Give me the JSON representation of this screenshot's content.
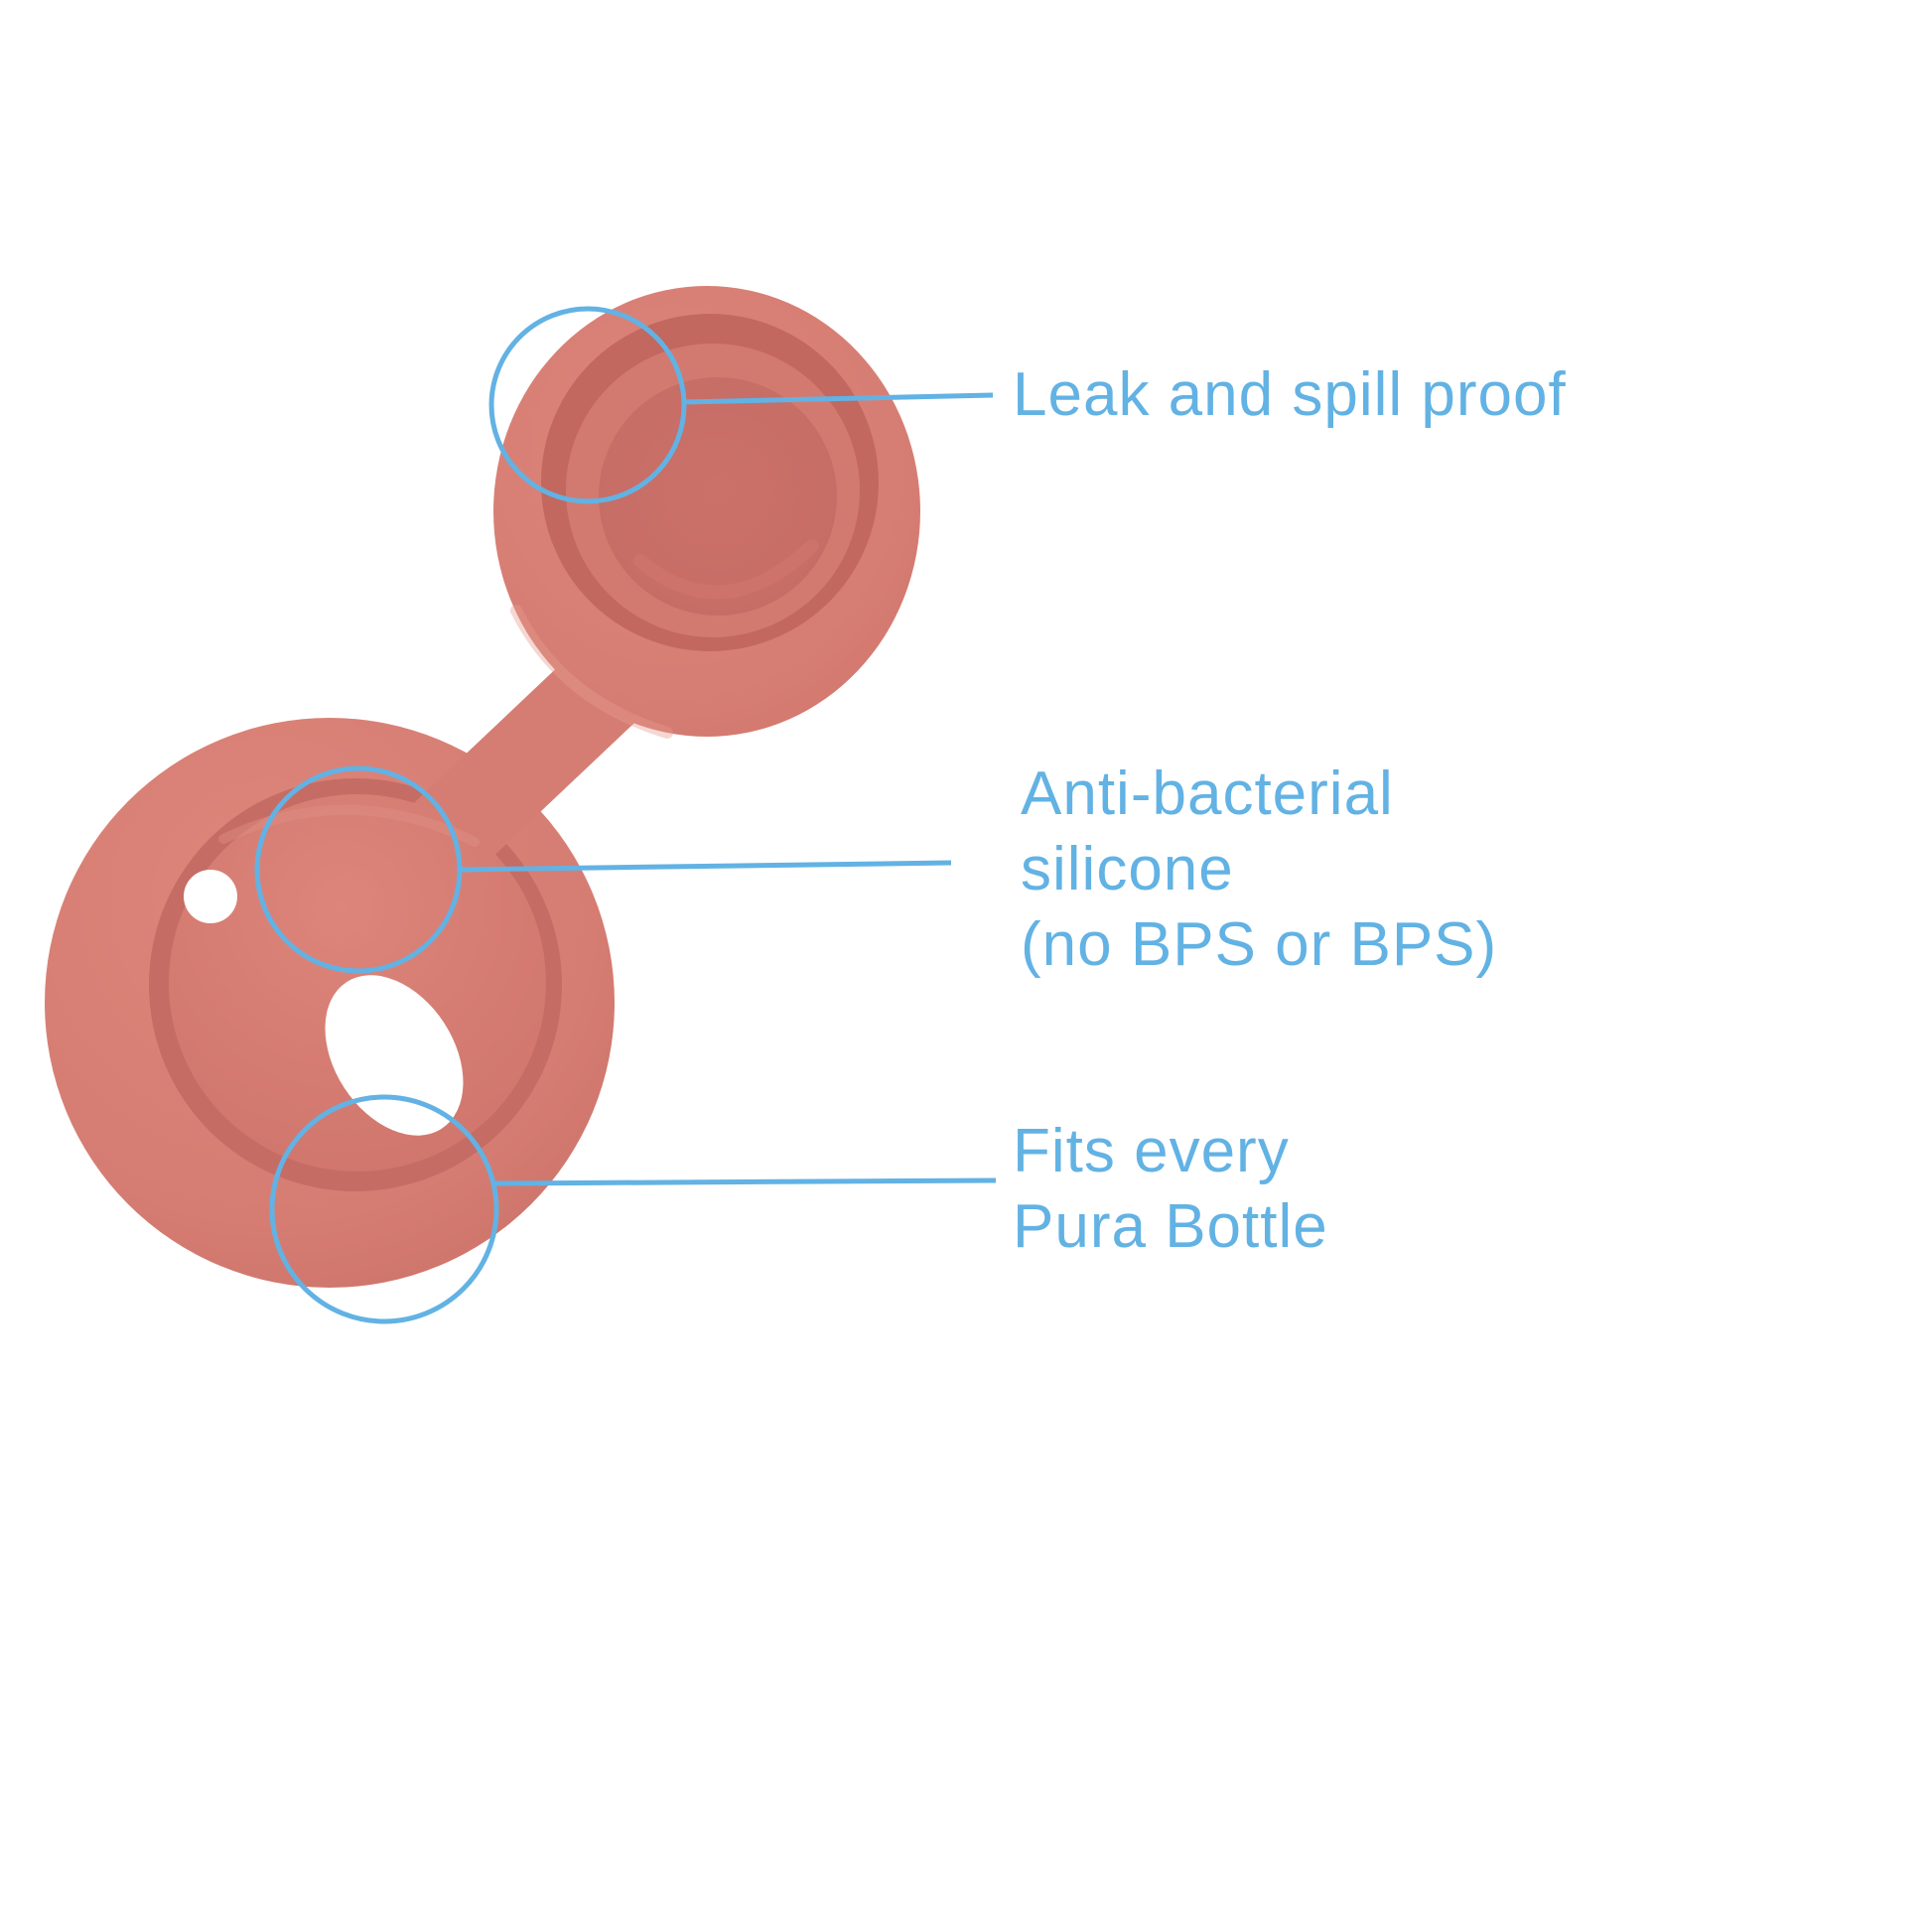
{
  "page": {
    "background": "#ffffff",
    "kind": "product-feature-callout-diagram"
  },
  "colors": {
    "annotation_blue": "#62b2e4",
    "product_pink": "#d67d73",
    "product_pink_dark": "#c2685f",
    "product_pink_deep": "#c66d66",
    "hole_white": "#ffffff"
  },
  "product": {
    "name": "silicone bottle cap with tethered lid"
  },
  "callouts": [
    {
      "id": "leak-proof",
      "lines": [
        "Leak and spill proof"
      ]
    },
    {
      "id": "anti-bacterial",
      "lines": [
        "Anti-bacterial",
        "silicone",
        "(no BPS or BPS)"
      ]
    },
    {
      "id": "fits-pura",
      "lines": [
        "Fits every",
        "Pura Bottle"
      ]
    }
  ]
}
